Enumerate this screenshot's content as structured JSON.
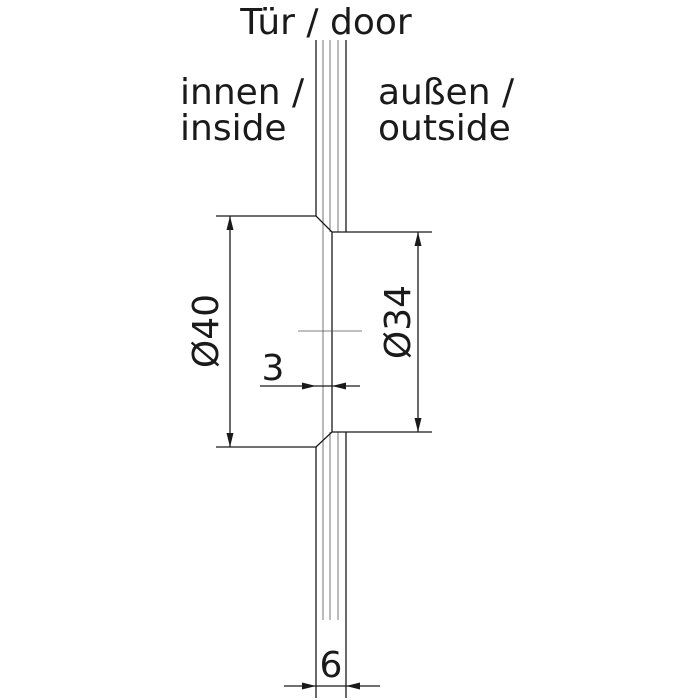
{
  "labels": {
    "door": "Tür / door",
    "inside_line1": "innen /",
    "inside_line2": "inside",
    "outside_line1": "außen /",
    "outside_line2": "outside"
  },
  "dimensions": {
    "outer_diameter": "Ø40",
    "inner_diameter": "Ø34",
    "offset": "3",
    "thickness": "6"
  },
  "colors": {
    "ink": "#1a1a1a",
    "hatch": "#555555",
    "background": "#ffffff"
  }
}
